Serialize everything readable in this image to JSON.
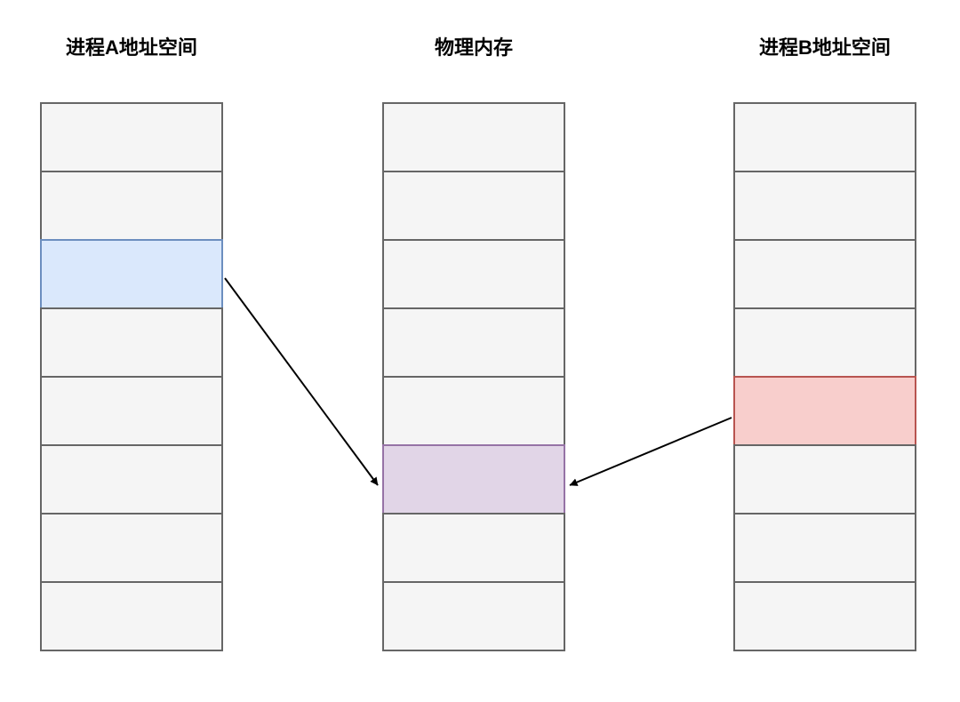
{
  "diagram": {
    "description": "Two process virtual address spaces mapping a page to the same physical memory frame"
  },
  "columns": {
    "process_a": {
      "label": "进程A地址空间",
      "cell_count": 8,
      "highlighted_cell_index": 2
    },
    "physical_memory": {
      "label": "物理内存",
      "cell_count": 8,
      "highlighted_cell_index": 5
    },
    "process_b": {
      "label": "进程B地址空间",
      "cell_count": 8,
      "highlighted_cell_index": 4
    }
  },
  "colors": {
    "background": "#ffffff",
    "cell_fill": "#f5f5f5",
    "cell_border": "#666666",
    "process_a_highlight_fill": "#dae8fc",
    "process_a_highlight_border": "#6c8ebf",
    "physical_memory_highlight_fill": "#e1d5e7",
    "physical_memory_highlight_border": "#9673a6",
    "process_b_highlight_fill": "#f8cecc",
    "process_b_highlight_border": "#b85450",
    "arrow": "#000000",
    "title_text": "#000000"
  },
  "arrows": [
    {
      "name": "a-to-physical",
      "from": "process_a_highlighted_page",
      "to": "physical_memory_highlighted_frame"
    },
    {
      "name": "b-to-physical",
      "from": "process_b_highlighted_page",
      "to": "physical_memory_highlighted_frame"
    }
  ]
}
